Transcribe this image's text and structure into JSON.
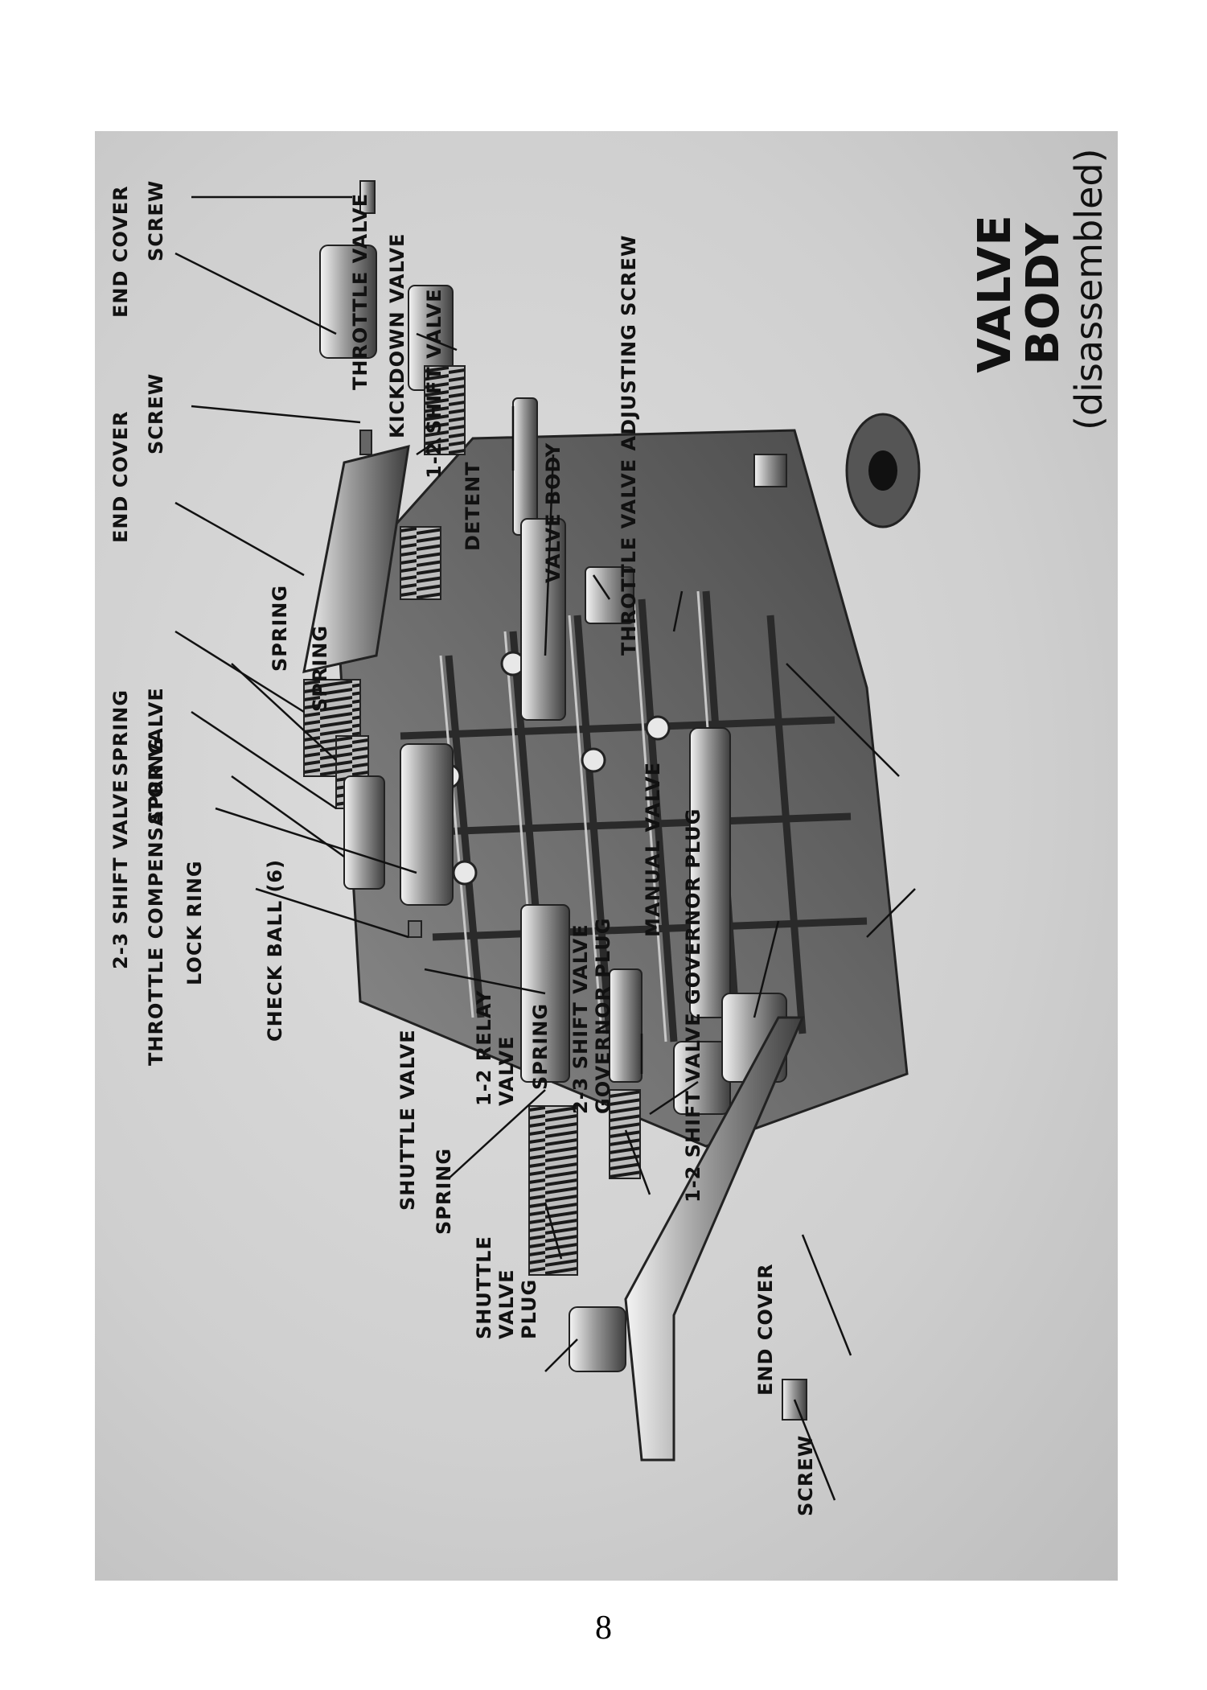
{
  "figure": {
    "title": "VALVE BODY",
    "subtitle": "(disassembled)",
    "labels": {
      "screw_1": "SCREW",
      "end_cover_1": "END COVER",
      "screw_2": "SCREW",
      "end_cover_2": "END COVER",
      "spring_1": "SPRING",
      "spring_2": "SPRING",
      "spring_3": "SPRING",
      "spring_4": "SPRING",
      "shift_2_3": "2-3 SHIFT VALVE",
      "throttle_comp": "THROTTLE COMPENSATOR VALVE",
      "lock_ring": "LOCK RING",
      "throttle_valve": "THROTTLE VALVE",
      "kickdown": "KICKDOWN VALVE",
      "shift_1_2": "1-2 SHIFT VALVE",
      "detent": "DETENT",
      "valve_body": "VALVE BODY",
      "throttle_adj": "THROTTLE VALVE ADJUSTING SCREW",
      "check_ball": "CHECK BALL (6)",
      "shuttle_valve": "SHUTTLE VALVE",
      "spring_5": "SPRING",
      "shuttle_plug": "SHUTTLE VALVE PLUG",
      "relay_valve": "1-2 RELAY VALVE",
      "spring_6": "SPRING",
      "gov_plug_2_3": "2-3 SHIFT VALVE GOVERNOR PLUG",
      "gov_plug_1_2": "1-2 SHIFT VALVE GOVERNOR PLUG",
      "manual_valve": "MANUAL VALVE",
      "end_cover_3": "END COVER",
      "screw_3": "SCREW"
    }
  },
  "page_number": "8"
}
